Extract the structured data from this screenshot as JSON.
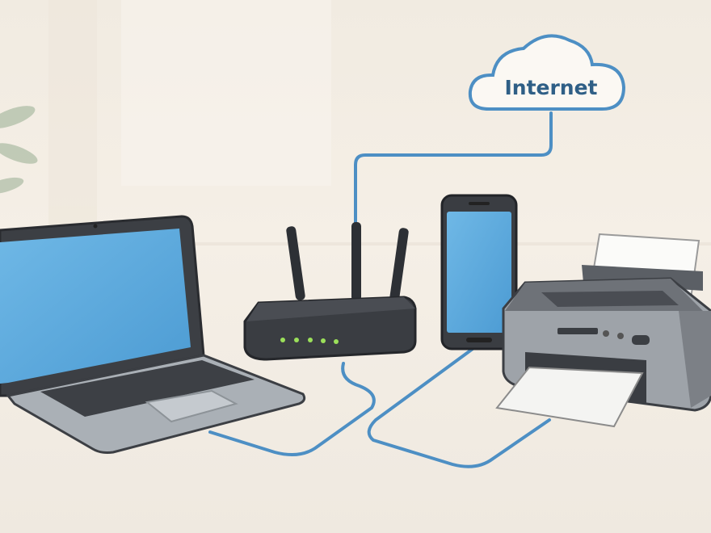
{
  "cloud": {
    "label": "Internet"
  },
  "devices": [
    "laptop",
    "router",
    "smartphone",
    "printer"
  ],
  "colors": {
    "cable": "#4d8fc4",
    "screen": "#5aa9dc",
    "device_dark": "#3a3d42",
    "led": "#9be05a",
    "background": "#f3ede3"
  }
}
